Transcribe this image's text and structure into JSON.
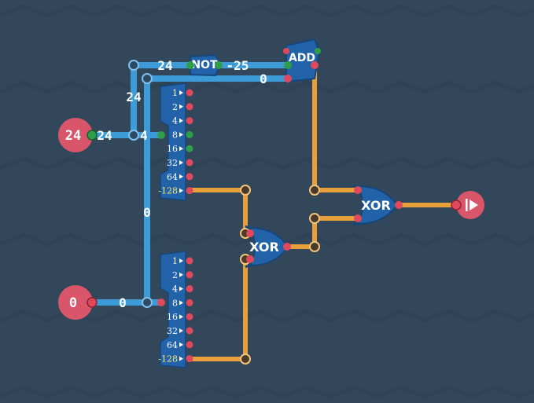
{
  "colors": {
    "background": "#33475b",
    "wire_byte": "#3d9bd8",
    "wire_bit": "#e8a13a",
    "pin_on": "#2e9e4a",
    "pin_off": "#e0485d",
    "input_node": "#d8556a",
    "gate": "#2262a8"
  },
  "inputs": [
    {
      "value": "24"
    },
    {
      "value": "0"
    }
  ],
  "wire_labels": {
    "top_24": "24",
    "not_out": "-25",
    "zero_top": "0",
    "left_24": "24",
    "input_24": "24",
    "input_4": "4",
    "mid_0": "0",
    "input_0": "0"
  },
  "gates": {
    "not": "NOT",
    "add": "ADD",
    "xor_mid": "XOR",
    "xor_out": "XOR"
  },
  "splitter_bits": [
    "1",
    "2",
    "4",
    "8",
    "16",
    "32",
    "64",
    "-128"
  ],
  "splitter_top_states": [
    "off",
    "off",
    "off",
    "on",
    "on",
    "off",
    "off",
    "off"
  ],
  "splitter_bottom_states": [
    "off",
    "off",
    "off",
    "off",
    "off",
    "off",
    "off",
    "off"
  ],
  "output": {
    "icon": "play-icon"
  }
}
